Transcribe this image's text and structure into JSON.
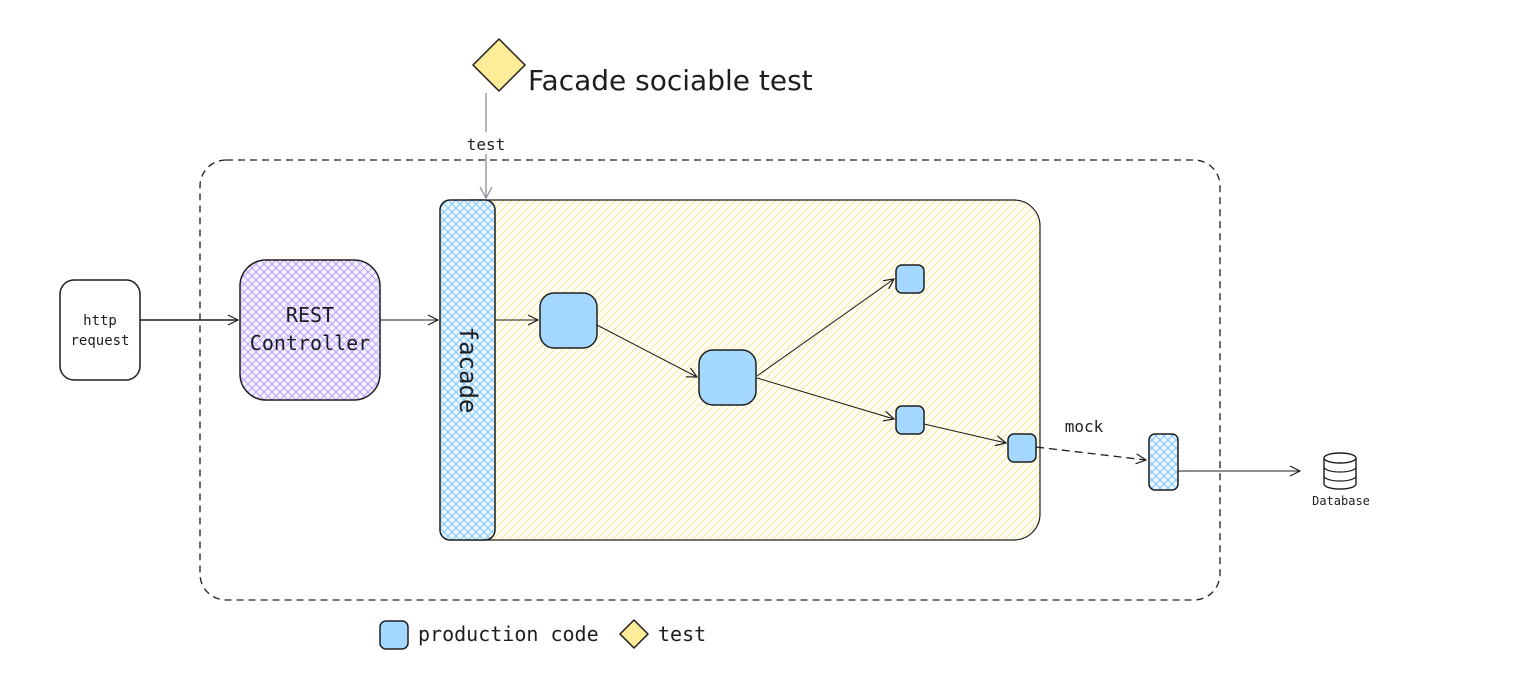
{
  "title": "Facade sociable test",
  "labels": {
    "test_edge": "test",
    "mock_edge": "mock",
    "http_line1": "http",
    "http_line2": "request",
    "rest_line1": "REST",
    "rest_line2": "Controller",
    "facade": "facade",
    "database": "Database"
  },
  "legend": {
    "production": "production code",
    "test": "test"
  },
  "colors": {
    "production": "#a5d8ff",
    "test": "#ffec99",
    "controller": "#d0bfff",
    "module_fill": "#fff9db",
    "stroke": "#1e1e1e"
  }
}
